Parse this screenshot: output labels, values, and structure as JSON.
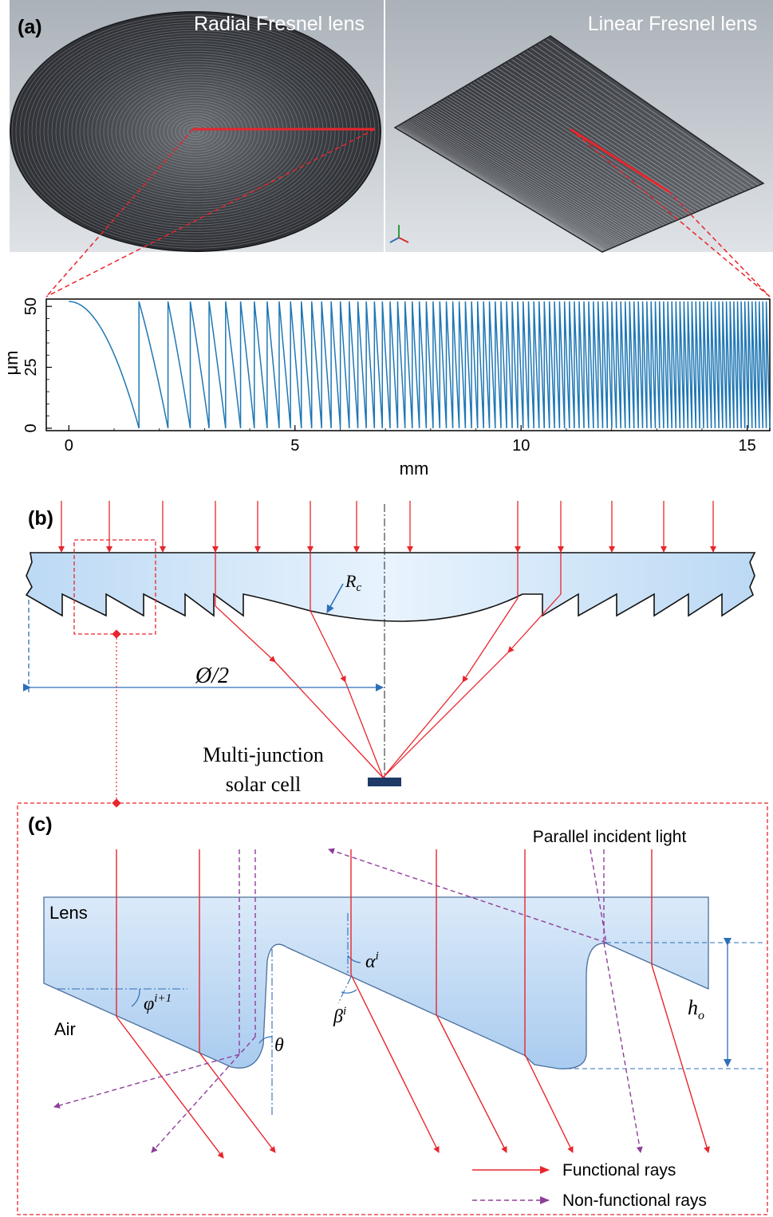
{
  "panel_a": {
    "tag": "(a)",
    "left_title": "Radial Fresnel lens",
    "right_title": "Linear Fresnel lens",
    "chart_data": {
      "type": "line",
      "xlabel": "mm",
      "ylabel": "μm",
      "xlim": [
        -0.5,
        15.5
      ],
      "ylim": [
        -1,
        53
      ],
      "x_ticks": [
        "0",
        "5",
        "10",
        "15"
      ],
      "y_ticks": [
        "0",
        "25",
        "50"
      ],
      "max_height": 52,
      "first_tooth_end": 1.55,
      "end_x": 15.5,
      "series": [
        {
          "color": "#1f77b4"
        }
      ]
    }
  },
  "panel_b": {
    "tag": "(b)",
    "rc_label": "R",
    "rc_sub": "c",
    "dia_label": "Ø/2",
    "cell_label_1": "Multi-junction",
    "cell_label_2": "solar cell"
  },
  "panel_c": {
    "tag": "(c)",
    "parallel_light": "Parallel incident light",
    "lens": "Lens",
    "air": "Air",
    "phi": "φ",
    "phi_sup": "i+1",
    "alpha": "α",
    "alpha_sup": "i",
    "beta": "β",
    "beta_sup": "i",
    "theta": "θ",
    "h": "h",
    "h_sub": "o",
    "legend_functional": "Functional rays",
    "legend_nonfunctional": "Non-functional rays"
  },
  "colors": {
    "ray": "#e8262d",
    "nonfunctional": "#8e3f9a",
    "axis_blue": "#2e6fb8",
    "curve": "#1f77b4",
    "lens_fill": "#cfe4f7"
  }
}
